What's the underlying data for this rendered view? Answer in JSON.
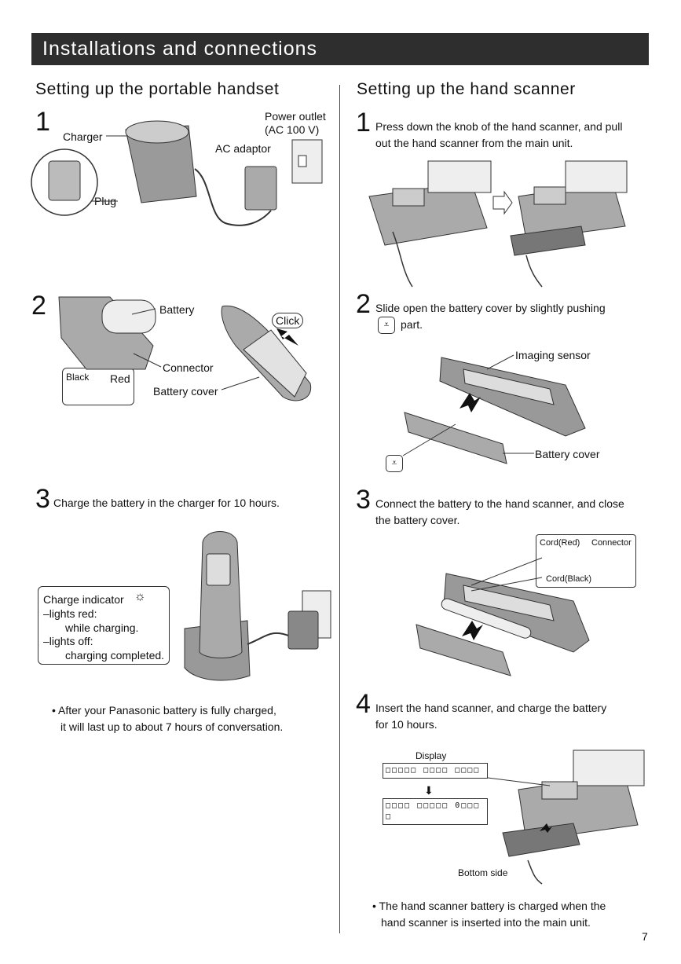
{
  "header": {
    "title": "Installations and connections"
  },
  "left": {
    "heading": "Setting up the portable handset",
    "step1": {
      "num": "1",
      "charger": "Charger",
      "plug": "Plug",
      "ac_adaptor": "AC adaptor",
      "outlet_line1": "Power outlet",
      "outlet_line2": "(AC 100 V)"
    },
    "step2": {
      "num": "2",
      "battery": "Battery",
      "connector": "Connector",
      "battery_cover": "Battery cover",
      "click": "Click",
      "black": "Black",
      "red": "Red"
    },
    "step3": {
      "num": "3",
      "text": "Charge the battery in the charger for 10 hours.",
      "indicator": {
        "title": "Charge indicator",
        "l1": "–lights red:",
        "l2": "while charging.",
        "l3": "–lights off:",
        "l4": "charging completed."
      }
    },
    "note": {
      "line1": "After your Panasonic battery is fully charged,",
      "line2": "it will last up to about 7 hours of conversation."
    }
  },
  "right": {
    "heading": "Setting up the hand scanner",
    "step1": {
      "num": "1",
      "line1": "Press down the knob of the hand scanner, and pull",
      "line2": "out the hand scanner from the main unit."
    },
    "step2": {
      "num": "2",
      "line1": "Slide open the battery cover by slightly pushing",
      "line2": "part.",
      "imaging_sensor": "Imaging sensor",
      "battery_cover": "Battery cover"
    },
    "step3": {
      "num": "3",
      "line1": "Connect the battery to the hand scanner, and close",
      "line2": "the battery cover.",
      "cord_red": "Cord(Red)",
      "connector": "Connector",
      "cord_black": "Cord(Black)"
    },
    "step4": {
      "num": "4",
      "line1": "Insert the hand scanner, and charge the battery",
      "line2": "for 10 hours.",
      "display": "Display",
      "lcd1": "□□□□□ □□□□ □□□□",
      "lcd2a": "□□□□ □□□□□  0□□□",
      "lcd2b": "□",
      "bottom_side": "Bottom side"
    },
    "note": {
      "line1": "The hand scanner battery is charged when the",
      "line2": "hand scanner is inserted into the main unit."
    }
  },
  "footer": {
    "page": "7"
  }
}
